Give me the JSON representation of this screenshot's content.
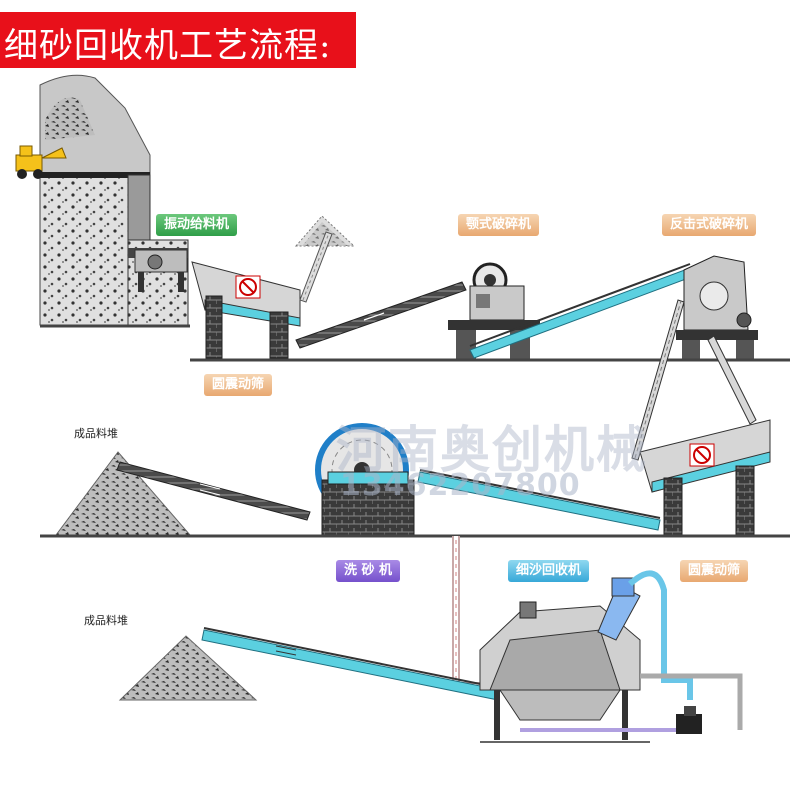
{
  "title": "细砂回收机工艺流程:",
  "equipment_labels": {
    "vibrating_feeder": "振动给料机",
    "jaw_crusher": "颚式破碎机",
    "impact_crusher": "反击式破碎机",
    "vibrating_screen_top": "圆震动筛",
    "sand_washer": "洗 砂 机",
    "fine_sand_recovery": "细沙回收机",
    "vibrating_screen_mid": "圆震动筛"
  },
  "piles": {
    "mid": "成品料堆",
    "bottom": "成品料堆"
  },
  "watermark": {
    "company": "河南奥创机械",
    "phone": "13462207800"
  },
  "colors": {
    "banner": "#e8101a",
    "belt_blue": "#5bd0e0",
    "label_green": "#2f9e48",
    "label_orange": "#e8a870",
    "label_purple": "#7550cc",
    "label_blue": "#37a8d8"
  }
}
